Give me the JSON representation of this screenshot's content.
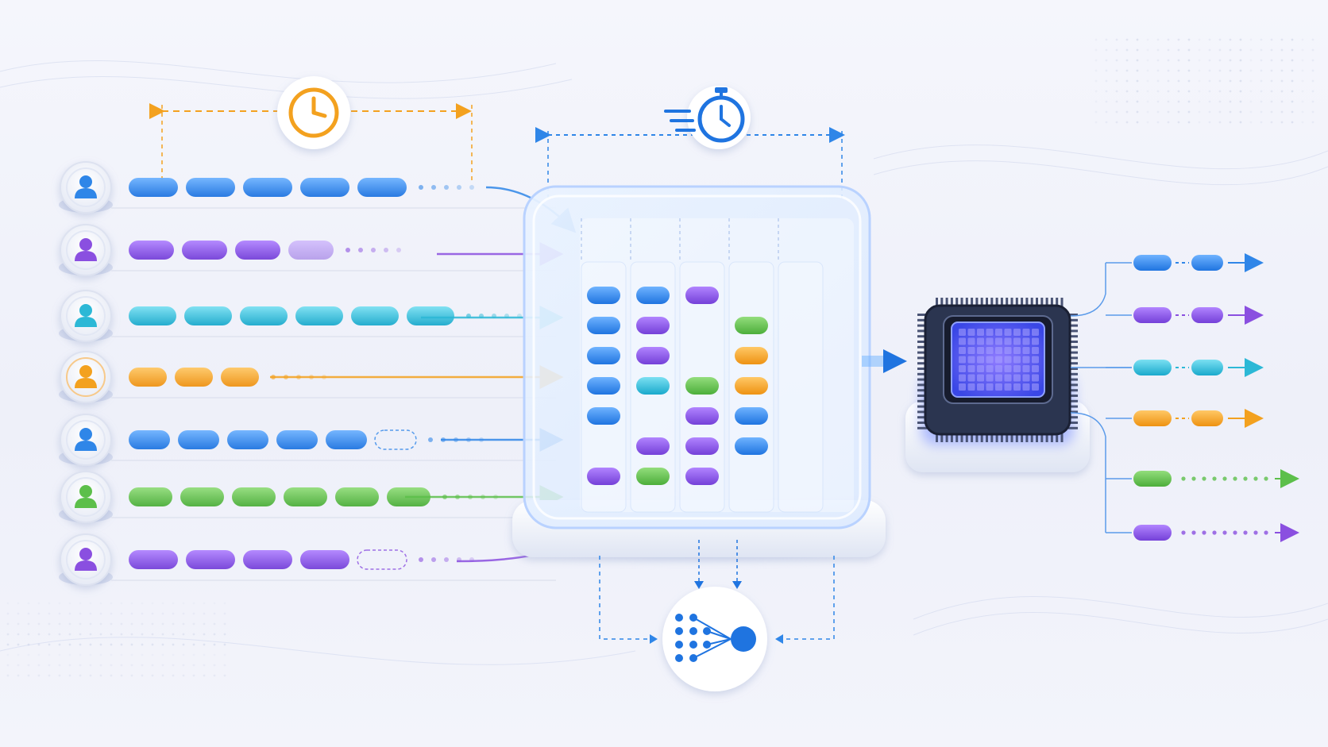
{
  "colors": {
    "blue": "#2f86e8",
    "purple": "#8a4fe0",
    "cyan": "#2cb8d6",
    "orange": "#f3a11f",
    "green": "#5cbf4a",
    "chip": "#2b3550",
    "die": "#4d63f2"
  },
  "icons": {
    "clock": "clock-icon",
    "stopwatch": "stopwatch-icon",
    "user": "user-icon",
    "chip": "processor-chip-icon",
    "scheduler": "neural-network-icon"
  },
  "requests": [
    {
      "color": "blue",
      "tokens": 5,
      "placeholder": false
    },
    {
      "color": "purple",
      "tokens": 4,
      "placeholder": false,
      "last_faded": true
    },
    {
      "color": "cyan",
      "tokens": 6,
      "placeholder": false
    },
    {
      "color": "orange",
      "tokens": 3,
      "placeholder": false
    },
    {
      "color": "blue",
      "tokens": 5,
      "placeholder": true
    },
    {
      "color": "green",
      "tokens": 6,
      "placeholder": false
    },
    {
      "color": "purple",
      "tokens": 4,
      "placeholder": true
    }
  ],
  "batch_columns": [
    [
      "blue",
      "blue",
      "blue",
      "blue",
      "blue",
      null,
      "purple"
    ],
    [
      "blue",
      "purple",
      "purple",
      "cyan",
      null,
      "purple",
      "green"
    ],
    [
      "purple",
      null,
      null,
      "green",
      "purple",
      "purple",
      "purple"
    ],
    [
      null,
      "green",
      "orange",
      "orange",
      "blue",
      "blue",
      null
    ],
    [
      null,
      null,
      null,
      null,
      null,
      null,
      null
    ]
  ],
  "outputs": [
    {
      "color": "blue",
      "tokens": 2,
      "dotted": false
    },
    {
      "color": "purple",
      "tokens": 2,
      "dotted": false
    },
    {
      "color": "cyan",
      "tokens": 2,
      "dotted": false
    },
    {
      "color": "orange",
      "tokens": 2,
      "dotted": false
    },
    {
      "color": "green",
      "tokens": 1,
      "dotted": true
    },
    {
      "color": "purple",
      "tokens": 1,
      "dotted": true
    }
  ]
}
